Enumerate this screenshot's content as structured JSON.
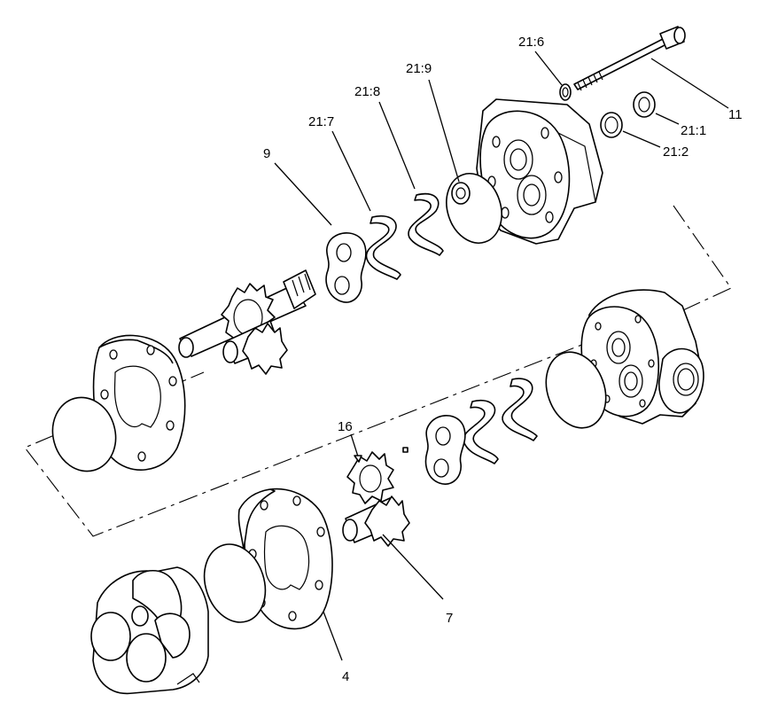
{
  "labels": {
    "ring_21_6": "21:6",
    "bolt_11": "11",
    "washer_21_1": "21:1",
    "seal_21_2": "21:2",
    "oring_21_9": "21:9",
    "seal_21_8": "21:8",
    "seal_21_7": "21:7",
    "plate_9": "9",
    "gear_16": "16",
    "shaft_7": "7",
    "body_4": "4"
  }
}
